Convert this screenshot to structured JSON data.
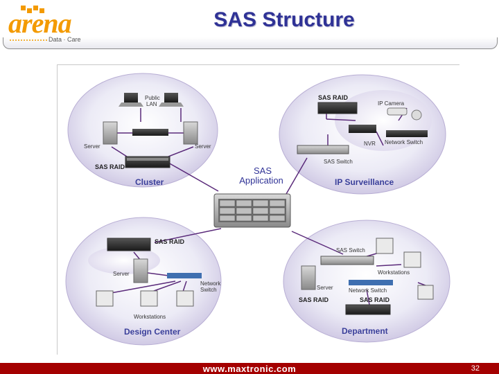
{
  "slide": {
    "title": "SAS Structure",
    "page_number": "32"
  },
  "logo": {
    "word": "arena",
    "tagline": "Data · Care"
  },
  "footer": {
    "url": "www.maxtronic.com"
  },
  "center": {
    "label_line1": "SAS",
    "label_line2": "Application"
  },
  "clusters": {
    "cluster": {
      "title": "Cluster",
      "labels": {
        "public_lan_1": "Public",
        "public_lan_2": "LAN",
        "server_left": "Server",
        "server_right": "Server",
        "sas_raid": "SAS RAID"
      }
    },
    "ip_surveillance": {
      "title": "IP Surveillance",
      "labels": {
        "sas_raid": "SAS RAID",
        "ip_camera": "IP Camera",
        "nvr": "NVR",
        "network_switch": "Network Switch",
        "sas_switch": "SAS Switch"
      }
    },
    "design_center": {
      "title": "Design Center",
      "labels": {
        "sas_raid": "SAS RAID",
        "server": "Server",
        "network_switch_1": "Network",
        "network_switch_2": "Switch",
        "workstations": "Workstations"
      }
    },
    "department": {
      "title": "Department",
      "labels": {
        "sas_switch": "SAS Switch",
        "workstations": "Workstations",
        "server": "Server",
        "network_switch": "Network Switch",
        "sas_raid_left": "SAS RAID",
        "sas_raid_right": "SAS RAID"
      }
    }
  },
  "colors": {
    "title": "#2f3296",
    "cluster_title": "#3a3f9a",
    "bubble": "#dcd7ec",
    "connector": "#5a2a7a",
    "footer": "#a40000",
    "logo": "#f39a00"
  }
}
